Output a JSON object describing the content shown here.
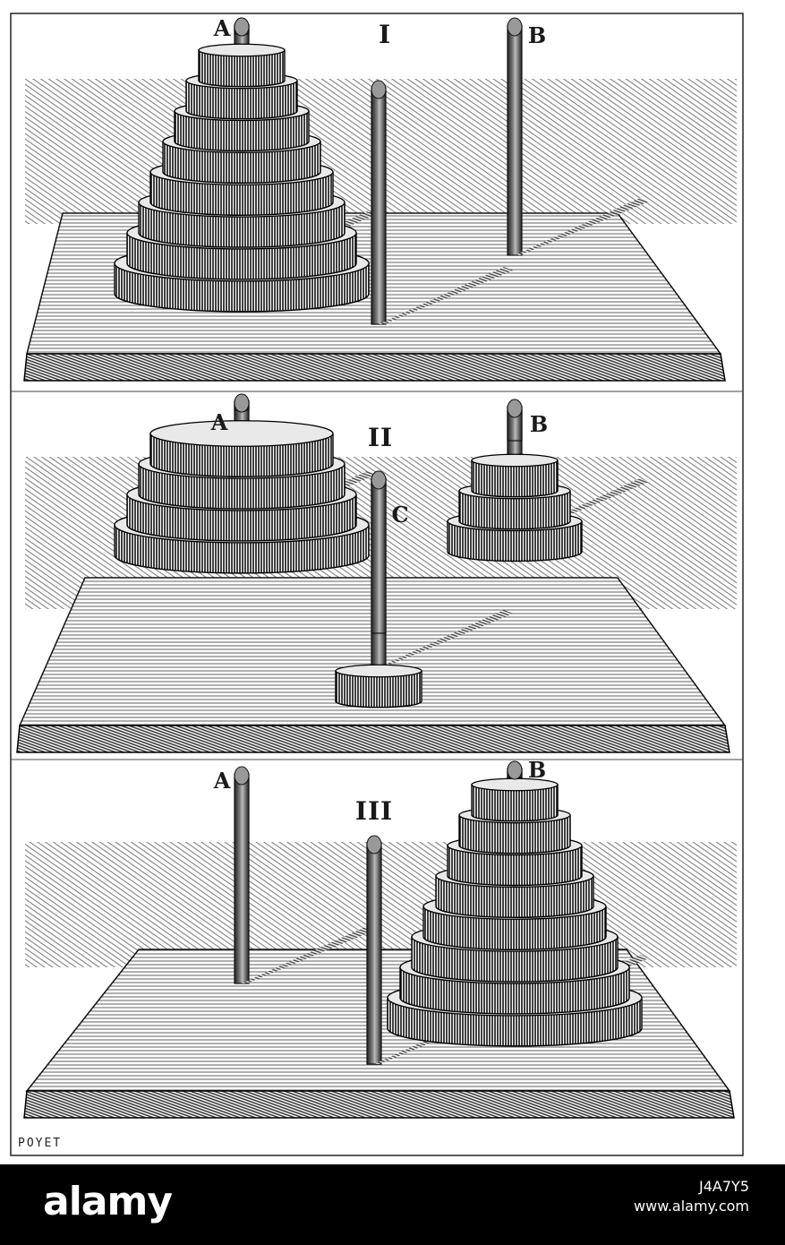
{
  "illustration": {
    "panels": [
      {
        "numeral": "I",
        "peg_labels": [
          "A",
          "B"
        ],
        "discs": {
          "A": 8,
          "B": 0,
          "C": 0
        }
      },
      {
        "numeral": "II",
        "peg_labels": [
          "A",
          "B",
          "C"
        ],
        "discs": {
          "A": 4,
          "B": 3,
          "C": 1
        }
      },
      {
        "numeral": "III",
        "peg_labels": [
          "A",
          "B"
        ],
        "discs": {
          "A": 0,
          "B": 8,
          "C": 0
        }
      }
    ],
    "signature": "POYET"
  },
  "footer": {
    "logo": "alamy",
    "image_id": "J4A7Y5",
    "site": "www.alamy.com"
  }
}
